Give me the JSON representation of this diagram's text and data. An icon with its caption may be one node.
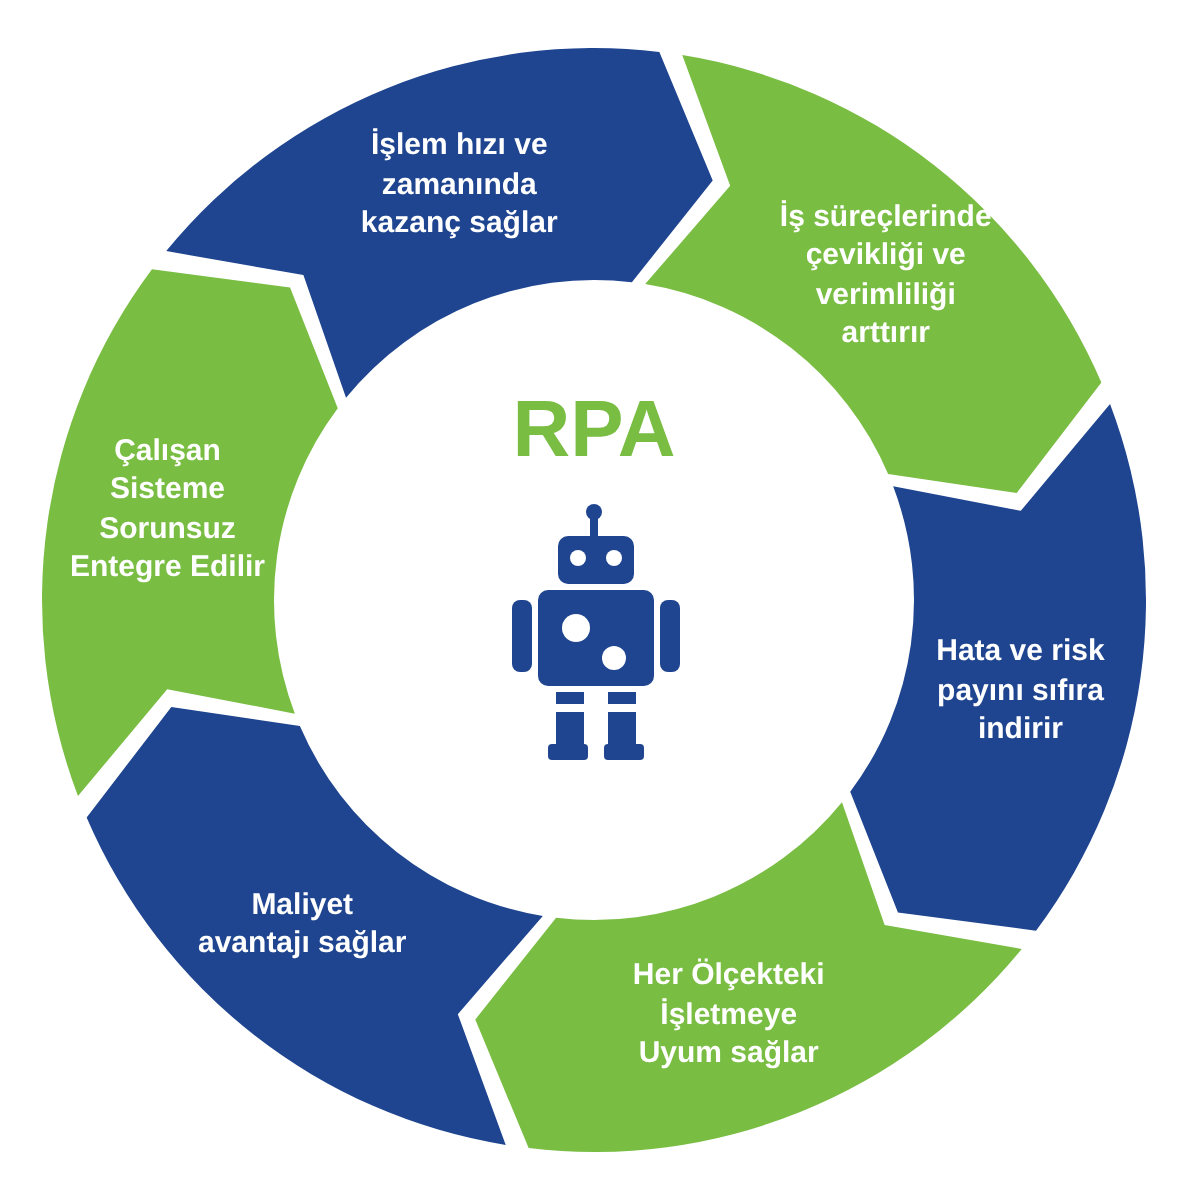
{
  "diagram": {
    "nodes": [
      {
        "text": [
          "İşlem hızı ve zamanında kazanç sağlar"
        ]
      },
      {
        "text": [
          "İş süreçlerinde çevikliği ve verimliliği arttırır"
        ]
      },
      {
        "text": [
          "Hata ve risk payını sıfıra indirir"
        ]
      },
      {
        "text": [
          "Her Ölçekteki İşletmeye Uyum sağlar"
        ]
      },
      {
        "text": [
          "Maliyet avantajı sağlar"
        ]
      },
      {
        "text": [
          "Çalışan Sisteme Sorunsuz Entegre Edilir"
        ]
      },
      {
        "text": [
          "RPA"
        ]
      }
    ]
  }
}
